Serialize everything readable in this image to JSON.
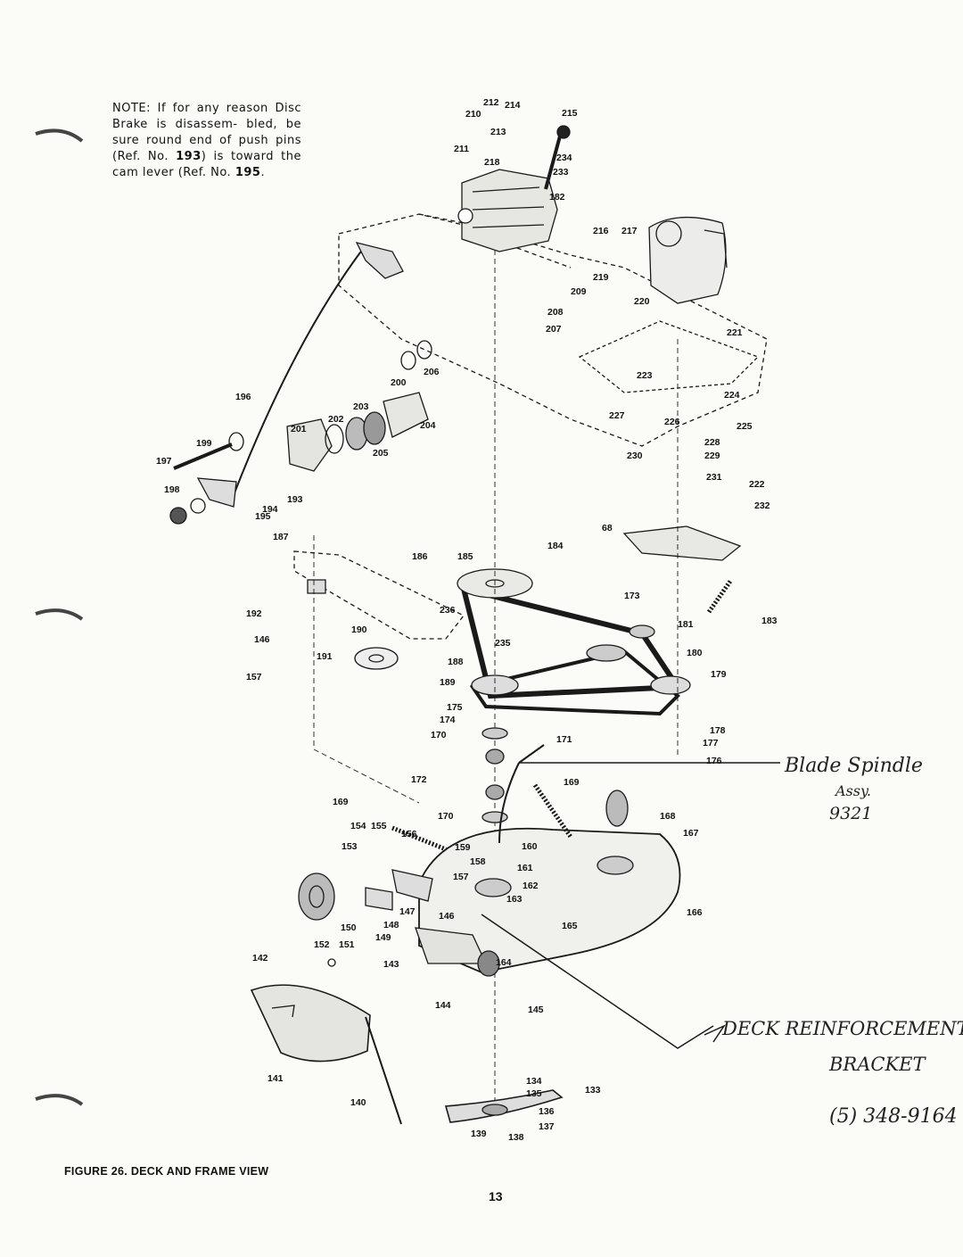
{
  "note": {
    "text_before": "NOTE: If for any reason Disc Brake is disassem- bled, be sure round end of push pins (Ref. No. ",
    "ref_pin": "193",
    "text_mid": ") is toward the cam lever (Ref. No. ",
    "ref_lever": "195",
    "text_after": "."
  },
  "caption": "FIGURE 26. DECK AND FRAME VIEW",
  "page_number": "13",
  "handwritten": {
    "line1": "Blade Spindle",
    "line2": "Assy.",
    "line3": "9321",
    "line4": "DECK REINFORCEMENT",
    "line5": "BRACKET",
    "line6": "(5) 348-9164"
  },
  "labels": [
    "210",
    "212",
    "214",
    "215",
    "211",
    "213",
    "218",
    "234",
    "233",
    "182",
    "216",
    "217",
    "219",
    "209",
    "220",
    "208",
    "207",
    "221",
    "206",
    "200",
    "196",
    "203",
    "202",
    "204",
    "201",
    "199",
    "197",
    "205",
    "198",
    "193",
    "194",
    "195",
    "223",
    "224",
    "227",
    "226",
    "225",
    "228",
    "229",
    "230",
    "231",
    "222",
    "232",
    "68",
    "187",
    "186",
    "185",
    "184",
    "192",
    "236",
    "173",
    "183",
    "181",
    "146",
    "190",
    "235",
    "191",
    "188",
    "180",
    "179",
    "157",
    "189",
    "175",
    "174",
    "178",
    "170",
    "171",
    "177",
    "176",
    "172",
    "169",
    "169",
    "170",
    "168",
    "154",
    "155",
    "156",
    "167",
    "153",
    "159",
    "160",
    "158",
    "161",
    "157",
    "162",
    "163",
    "147",
    "146",
    "165",
    "166",
    "150",
    "148",
    "149",
    "152",
    "151",
    "142",
    "143",
    "164",
    "144",
    "145",
    "141",
    "140",
    "134",
    "135",
    "133",
    "136",
    "137",
    "139",
    "138"
  ]
}
